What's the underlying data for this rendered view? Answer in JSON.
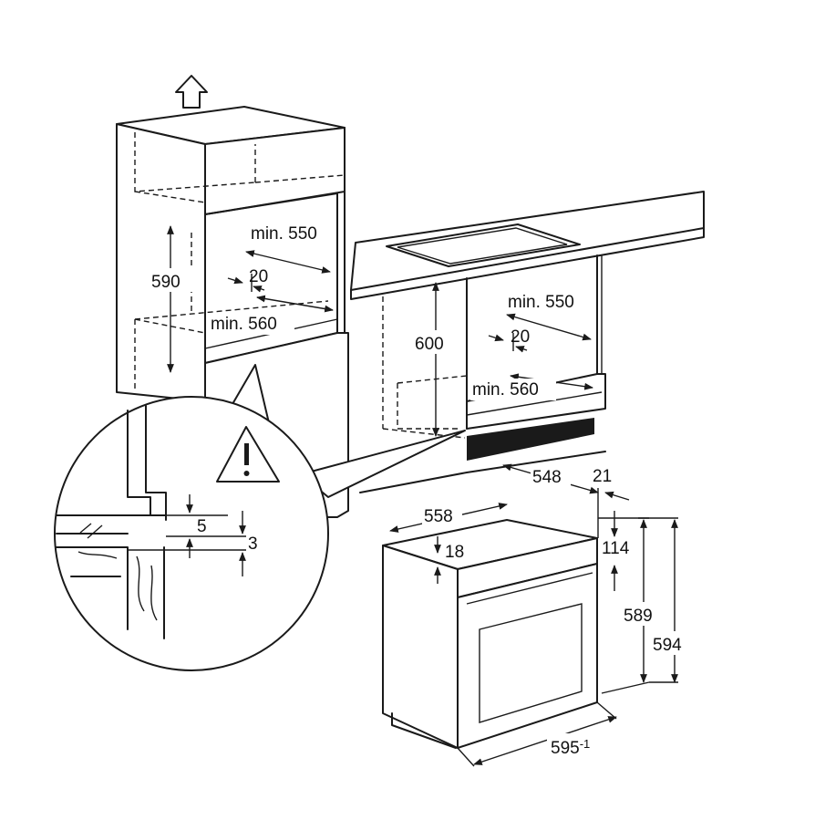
{
  "tall_cabinet": {
    "height": "590",
    "depth_min": "min. 550",
    "gap": "20",
    "width_min": "min. 560"
  },
  "base_cabinet": {
    "height": "600",
    "depth_min": "min. 550",
    "gap": "20",
    "width_min": "min. 560"
  },
  "detail": {
    "gap_top": "5",
    "gap_bottom": "3"
  },
  "appliance": {
    "depth_body": "548",
    "depth_front": "21",
    "width_body": "558",
    "top_offset": "18",
    "panel_height": "114",
    "height_body": "589",
    "height_total": "594",
    "width_front": "595",
    "width_front_tolerance": "-1"
  },
  "icons": {
    "up_arrow": "up-arrow-icon",
    "warning": "warning-icon"
  }
}
